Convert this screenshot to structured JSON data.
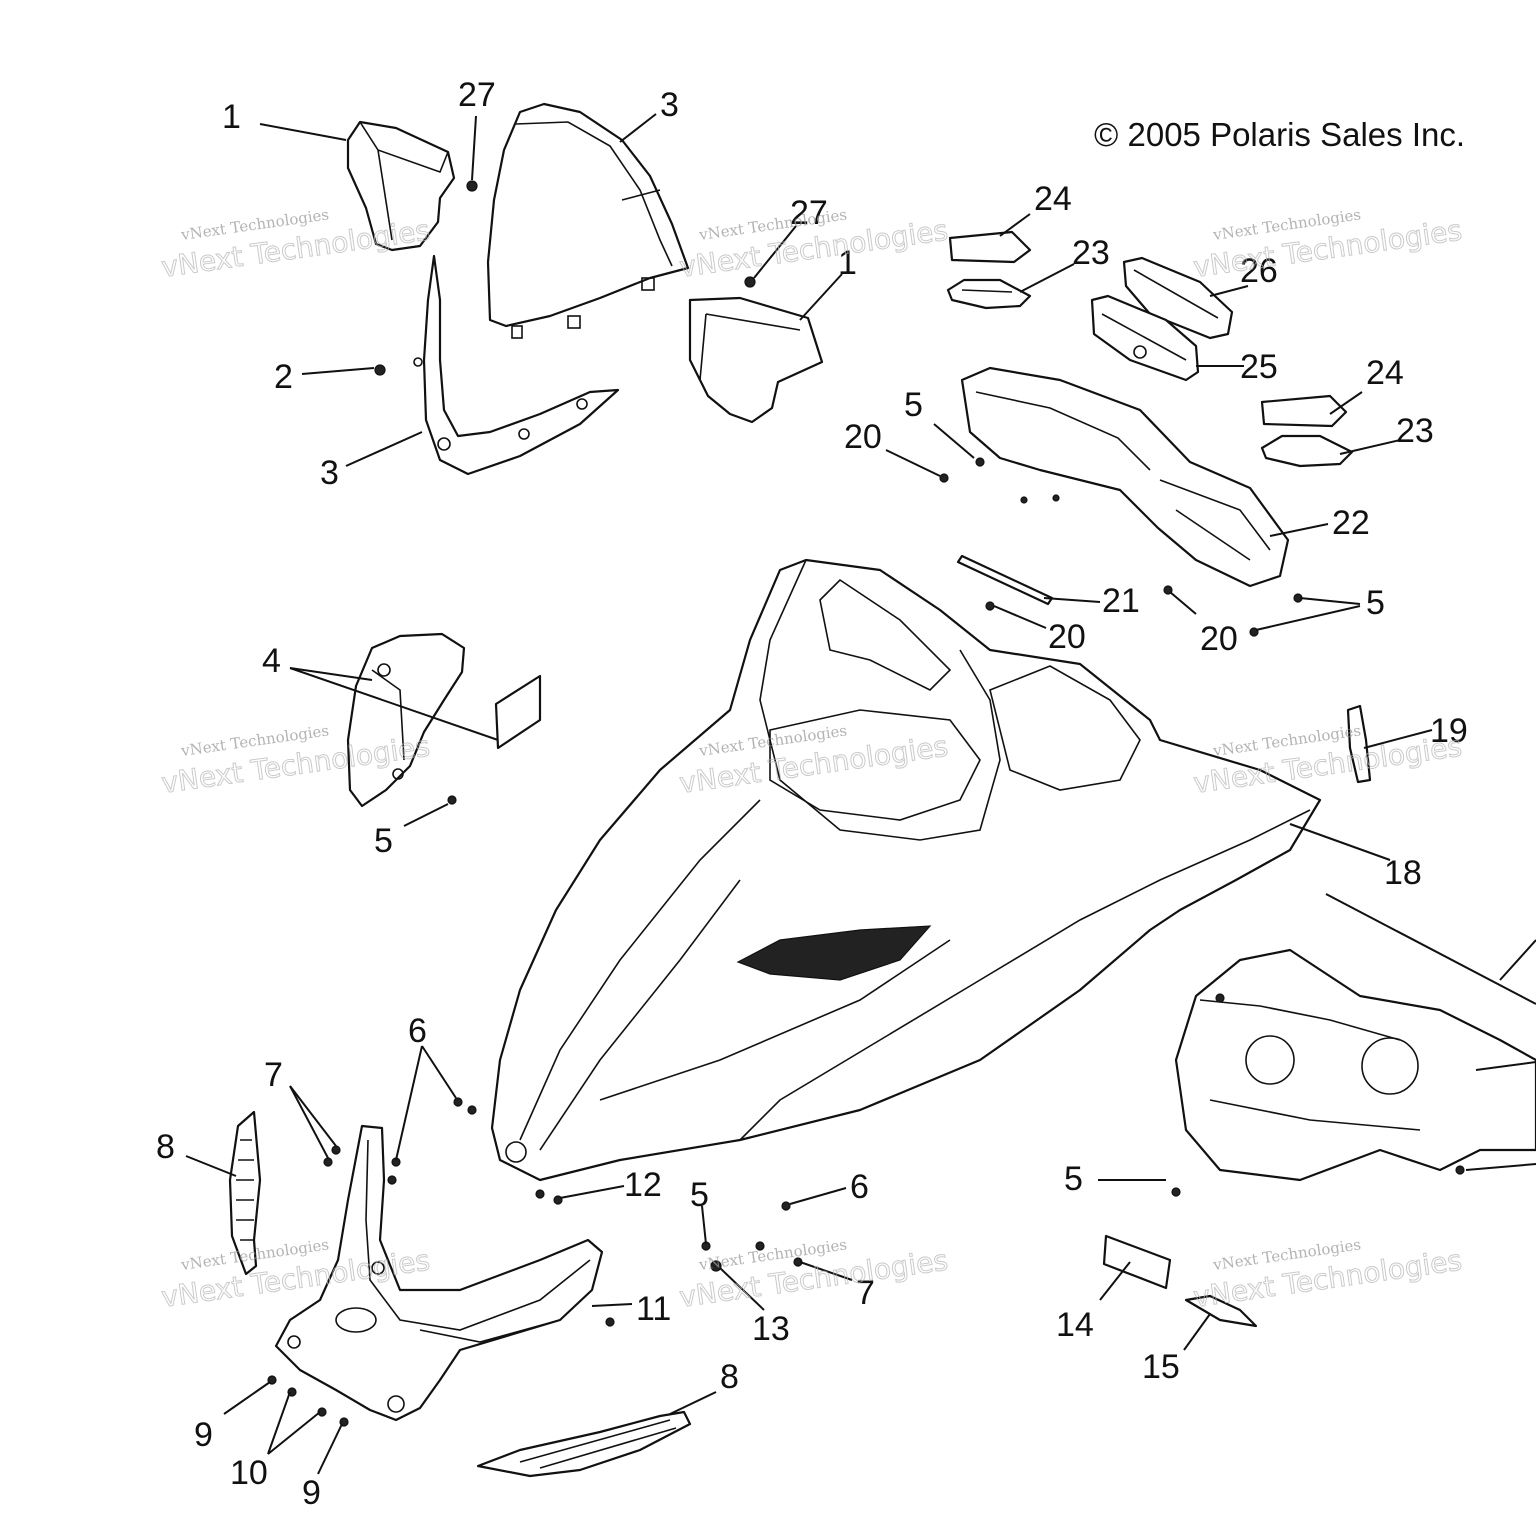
{
  "copyright": "© 2005 Polaris Sales Inc.",
  "watermark": {
    "line1": "vNext Technologies",
    "line2": "vNext Technologies"
  },
  "callouts": [
    {
      "id": "c1a",
      "text": "1"
    },
    {
      "id": "c27a",
      "text": "27"
    },
    {
      "id": "c3a",
      "text": "3"
    },
    {
      "id": "c27b",
      "text": "27"
    },
    {
      "id": "c1b",
      "text": "1"
    },
    {
      "id": "c2",
      "text": "2"
    },
    {
      "id": "c3b",
      "text": "3"
    },
    {
      "id": "c24a",
      "text": "24"
    },
    {
      "id": "c23a",
      "text": "23"
    },
    {
      "id": "c26",
      "text": "26"
    },
    {
      "id": "c25",
      "text": "25"
    },
    {
      "id": "c24b",
      "text": "24"
    },
    {
      "id": "c23b",
      "text": "23"
    },
    {
      "id": "c5a",
      "text": "5"
    },
    {
      "id": "c20a",
      "text": "20"
    },
    {
      "id": "c22",
      "text": "22"
    },
    {
      "id": "c21",
      "text": "21"
    },
    {
      "id": "c20b",
      "text": "20"
    },
    {
      "id": "c20c",
      "text": "20"
    },
    {
      "id": "c5b",
      "text": "5"
    },
    {
      "id": "c4",
      "text": "4"
    },
    {
      "id": "c5c",
      "text": "5"
    },
    {
      "id": "c19",
      "text": "19"
    },
    {
      "id": "c18",
      "text": "18"
    },
    {
      "id": "c6a",
      "text": "6"
    },
    {
      "id": "c7a",
      "text": "7"
    },
    {
      "id": "c8a",
      "text": "8"
    },
    {
      "id": "c12",
      "text": "12"
    },
    {
      "id": "c5d",
      "text": "5"
    },
    {
      "id": "c6b",
      "text": "6"
    },
    {
      "id": "c5e",
      "text": "5"
    },
    {
      "id": "c7b",
      "text": "7"
    },
    {
      "id": "c13",
      "text": "13"
    },
    {
      "id": "c11",
      "text": "11"
    },
    {
      "id": "c14",
      "text": "14"
    },
    {
      "id": "c15",
      "text": "15"
    },
    {
      "id": "c8b",
      "text": "8"
    },
    {
      "id": "c9a",
      "text": "9"
    },
    {
      "id": "c10",
      "text": "10"
    },
    {
      "id": "c9b",
      "text": "9"
    }
  ]
}
